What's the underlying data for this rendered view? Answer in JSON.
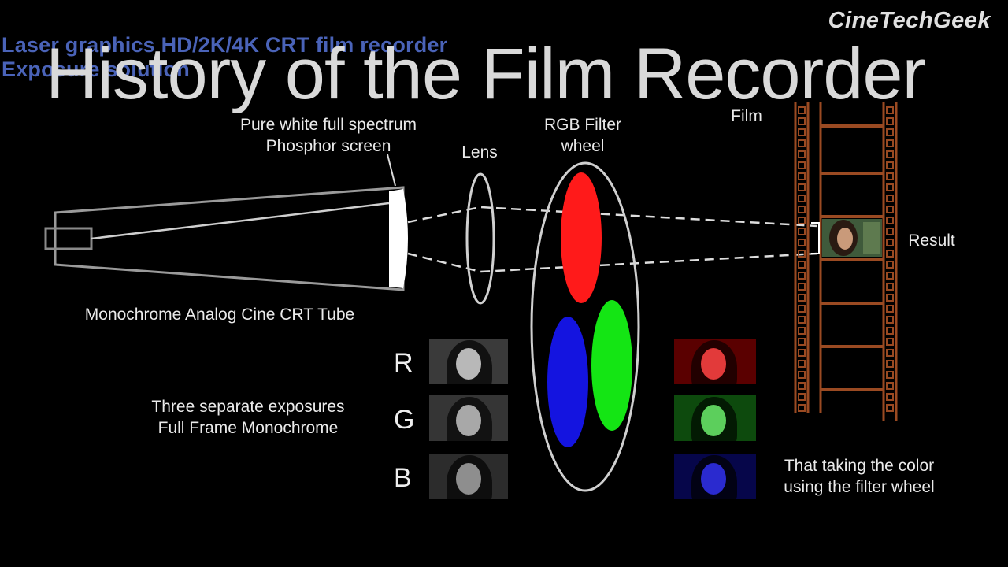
{
  "background_text": {
    "line1": "Laser graphics HD/2K/4K CRT film recorder",
    "line2": "Exposure solution"
  },
  "title": "History of the Film Recorder",
  "brand": "CineTechGeek",
  "labels": {
    "phosphor": [
      "Pure white full spectrum",
      "Phosphor screen"
    ],
    "lens": "Lens",
    "filter_wheel": [
      "RGB Filter",
      "wheel"
    ],
    "film": "Film",
    "result": "Result",
    "crt_tube": "Monochrome Analog Cine CRT Tube",
    "exposures": [
      "Three separate exposures",
      "Full Frame Monochrome"
    ],
    "filter_note": [
      "That taking the color",
      "using the filter wheel"
    ]
  },
  "channels": [
    "R",
    "G",
    "B"
  ],
  "colors": {
    "red_filter": "#ff1a1a",
    "green_filter": "#14e514",
    "blue_filter": "#1414e0",
    "film_strip": "#9a4a22",
    "background": "#000000"
  }
}
